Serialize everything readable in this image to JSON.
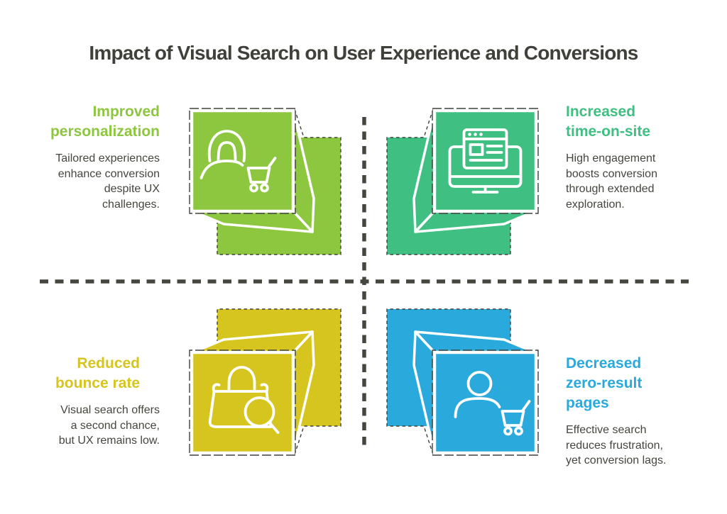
{
  "title": "Impact of Visual Search on User Experience and Conversions",
  "title_color": "#3F403A",
  "text_color": "#45463E",
  "divider_color": "#45463E",
  "quadrants": {
    "top_left": {
      "heading": "Improved\npersonalization",
      "body": "Tailored experiences\nenhance conversion\ndespite UX\nchallenges.",
      "color": "#8DC63F",
      "icon": "woman-with-shopping-cart"
    },
    "top_right": {
      "heading": "Increased\ntime-on-site",
      "body": "High engagement\nboosts conversion\nthrough extended\nexploration.",
      "color": "#3FBF81",
      "icon": "monitor-with-browser-window"
    },
    "bottom_left": {
      "heading": "Reduced\nbounce rate",
      "body": "Visual search offers\na second chance,\nbut UX remains low.",
      "color": "#D6C51E",
      "icon": "shopping-bag-with-magnifier"
    },
    "bottom_right": {
      "heading": "Decreased\nzero-result\npages",
      "body": "Effective search\nreduces frustration,\nyet conversion lags.",
      "color": "#29A9DC",
      "icon": "person-with-shopping-cart"
    }
  }
}
